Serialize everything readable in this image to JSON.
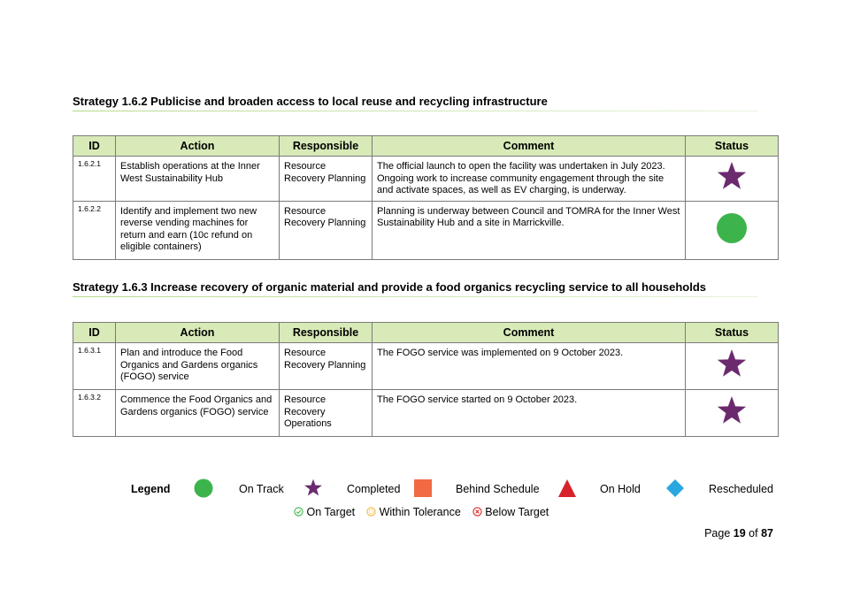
{
  "headers": [
    "ID",
    "Action",
    "Responsible",
    "Comment",
    "Status"
  ],
  "colors": {
    "header_bg": "#d8eab8",
    "on_track": "#3cb44b",
    "completed": "#6b2a6e",
    "behind_schedule": "#f26a44",
    "on_hold": "#d8232a",
    "rescheduled": "#29a8e0"
  },
  "strategies": [
    {
      "title": "Strategy 1.6.2 Publicise and broaden access to local reuse and recycling infrastructure",
      "rows": [
        {
          "id": "1.6.2.1",
          "action": "Establish operations at the Inner West Sustainability Hub",
          "responsible": "Resource Recovery Planning",
          "comment": "The official launch to open the facility was undertaken in July 2023. Ongoing work to increase community engagement through the site and activate spaces, as well as EV charging, is underway.",
          "status": "completed"
        },
        {
          "id": "1.6.2.2",
          "action": "Identify and implement two new reverse vending machines for return and earn (10c refund on eligible containers)",
          "responsible": "Resource Recovery Planning",
          "comment": "Planning is underway between Council and TOMRA for the Inner West Sustainability Hub and a site in Marrickville.",
          "status": "on_track"
        }
      ]
    },
    {
      "title": "Strategy 1.6.3 Increase recovery of organic material and provide a food organics recycling service to all households",
      "rows": [
        {
          "id": "1.6.3.1",
          "action": "Plan and introduce the Food Organics and Gardens organics (FOGO) service",
          "responsible": "Resource Recovery Planning",
          "comment": "The FOGO service was implemented on 9 October 2023.",
          "status": "completed"
        },
        {
          "id": "1.6.3.2",
          "action": "Commence the Food Organics and Gardens organics (FOGO) service",
          "responsible": "Resource Recovery Operations",
          "comment": "The FOGO service started on 9 October 2023.",
          "status": "completed"
        }
      ]
    }
  ],
  "legend": {
    "title": "Legend",
    "items": [
      {
        "icon": "green-circle-icon",
        "label": "On Track"
      },
      {
        "icon": "purple-star-icon",
        "label": "Completed"
      },
      {
        "icon": "orange-square-icon",
        "label": "Behind Schedule"
      },
      {
        "icon": "red-triangle-icon",
        "label": "On Hold"
      },
      {
        "icon": "blue-diamond-icon",
        "label": "Rescheduled"
      }
    ],
    "targets": [
      {
        "icon": "check-circle-icon",
        "label": "On Target"
      },
      {
        "icon": "dotted-circle-icon",
        "label": "Within Tolerance"
      },
      {
        "icon": "cross-circle-icon",
        "label": "Below Target"
      }
    ]
  },
  "page": {
    "prefix": "Page",
    "current": "19",
    "of": "of",
    "total": "87"
  }
}
